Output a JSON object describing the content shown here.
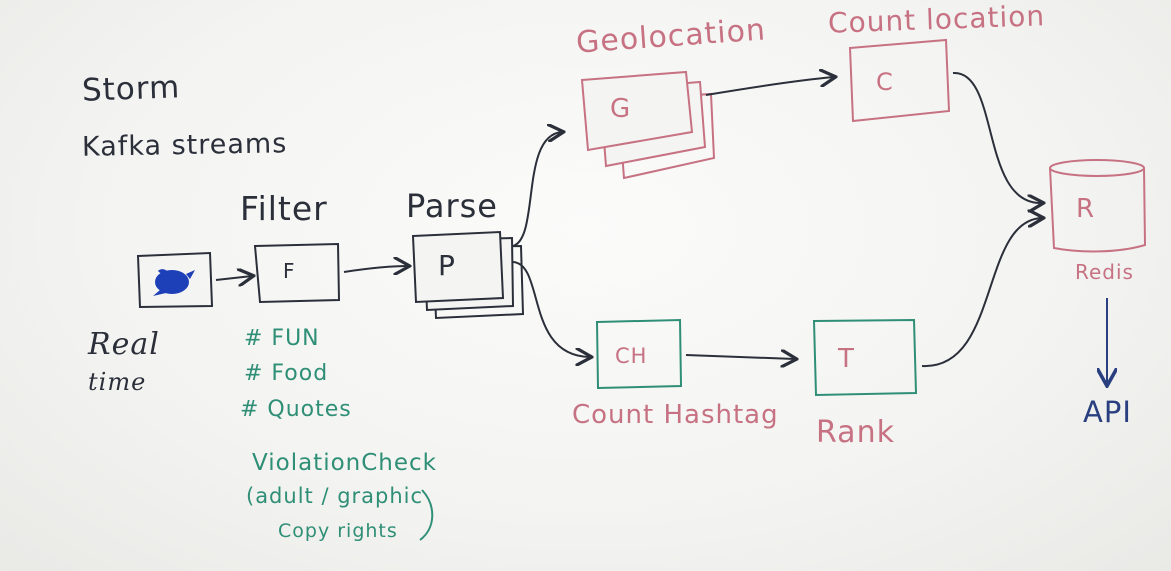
{
  "left_notes": {
    "storm": "Storm",
    "kafka_streams": "Kafka streams",
    "real": "Real",
    "time": "time"
  },
  "stages": {
    "filter": {
      "title": "Filter",
      "box": "F"
    },
    "parse": {
      "title": "Parse",
      "box": "P"
    },
    "geolocation": {
      "title": "Geolocation",
      "box": "G"
    },
    "count_location": {
      "title": "Count location",
      "box": "C"
    },
    "count_hashtag": {
      "title": "Count Hashtag",
      "box": "CH"
    },
    "rank": {
      "title": "Rank",
      "box": "T"
    },
    "redis": {
      "title": "Redis",
      "box": "R"
    },
    "api": {
      "title": "API"
    }
  },
  "filter_tags": [
    "# FUN",
    "# Food",
    "# Quotes"
  ],
  "violation": {
    "title": "ViolationCheck",
    "line2": "(adult / graphic",
    "line3": "Copy rights"
  },
  "colors": {
    "marker_dark": "#2b2f3a",
    "marker_pink": "#c77283",
    "marker_green": "#2f8f76",
    "marker_blue": "#2a3f80"
  },
  "icons": {
    "source": "twitter-bird-icon"
  }
}
